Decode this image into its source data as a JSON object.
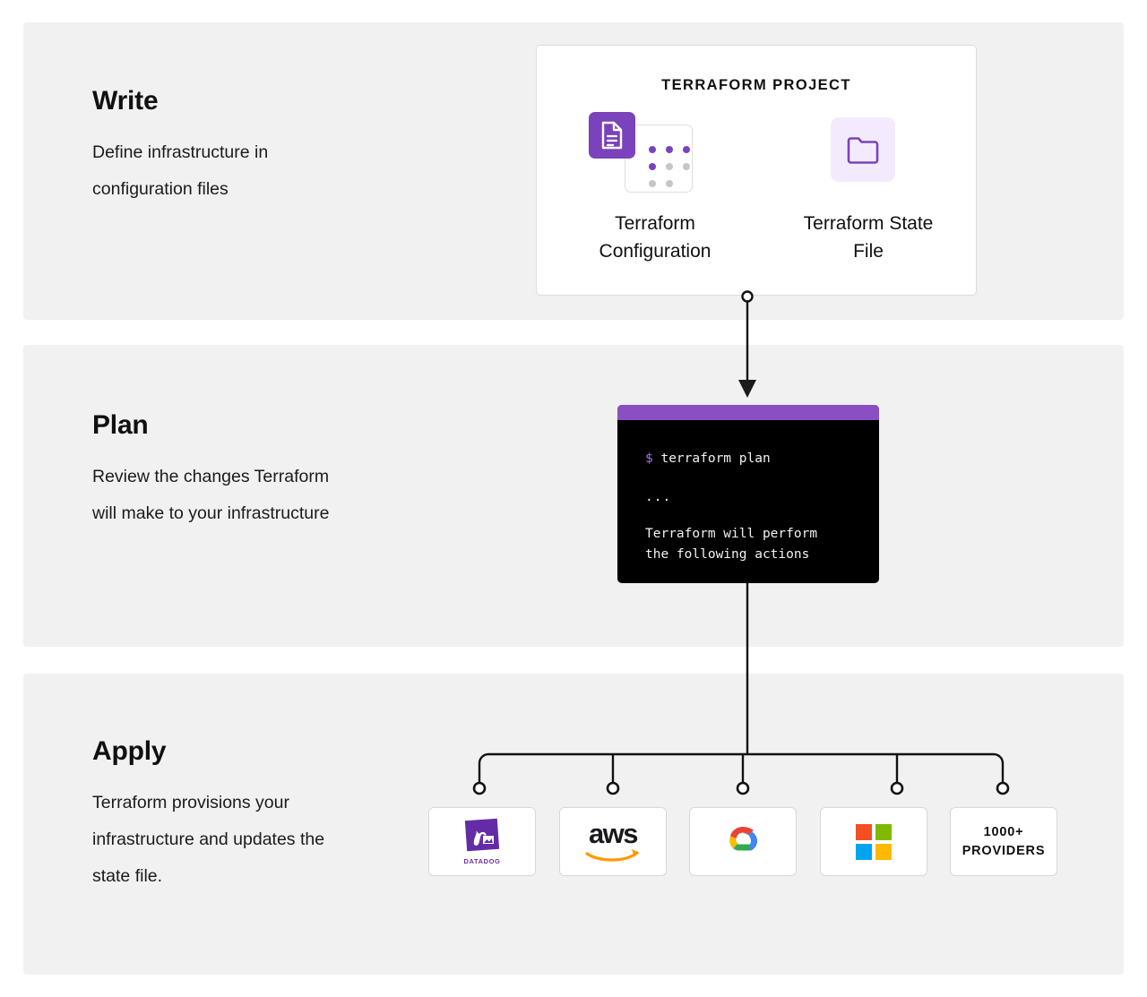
{
  "diagram": {
    "title": "Terraform Write Plan Apply workflow",
    "accent_purple": "#7b42bc",
    "terminal_header_purple": "#8b4fc4",
    "band_background": "#f1f1f1",
    "line_color": "#111111"
  },
  "steps": [
    {
      "id": "write",
      "title": "Write",
      "description": "Define infrastructure in configuration files"
    },
    {
      "id": "plan",
      "title": "Plan",
      "description": "Review the changes Terraform will make to your infrastructure"
    },
    {
      "id": "apply",
      "title": "Apply",
      "description": "Terraform provisions your infrastructure and updates the state file."
    }
  ],
  "project_card": {
    "heading": "TERRAFORM PROJECT",
    "assets": [
      {
        "id": "config",
        "label": "Terraform Configuration",
        "icon": "document-icon"
      },
      {
        "id": "state",
        "label": "Terraform State File",
        "icon": "folder-icon"
      }
    ]
  },
  "terminal": {
    "prompt_symbol": "$",
    "command": "terraform plan",
    "ellipsis": "...",
    "output": "Terraform will perform\nthe following actions"
  },
  "providers": [
    {
      "id": "datadog",
      "name": "Datadog",
      "logo": "datadog-logo",
      "wordmark": "DATADOG"
    },
    {
      "id": "aws",
      "name": "AWS",
      "logo": "aws-logo",
      "wordmark": "aws"
    },
    {
      "id": "gcp",
      "name": "Google Cloud",
      "logo": "google-cloud-logo",
      "wordmark": ""
    },
    {
      "id": "azure",
      "name": "Microsoft Azure",
      "logo": "microsoft-logo",
      "wordmark": ""
    },
    {
      "id": "more",
      "name": "More providers",
      "logo": "",
      "wordmark": "1000+\nPROVIDERS"
    }
  ],
  "colors": {
    "google_red": "#ea4335",
    "google_yellow": "#fbbc05",
    "google_green": "#34a853",
    "google_blue": "#4285f4",
    "ms_red": "#f25022",
    "ms_green": "#7fba00",
    "ms_blue": "#00a4ef",
    "ms_yellow": "#ffb900",
    "aws_orange": "#ff9900",
    "datadog_purple": "#632ca6"
  }
}
